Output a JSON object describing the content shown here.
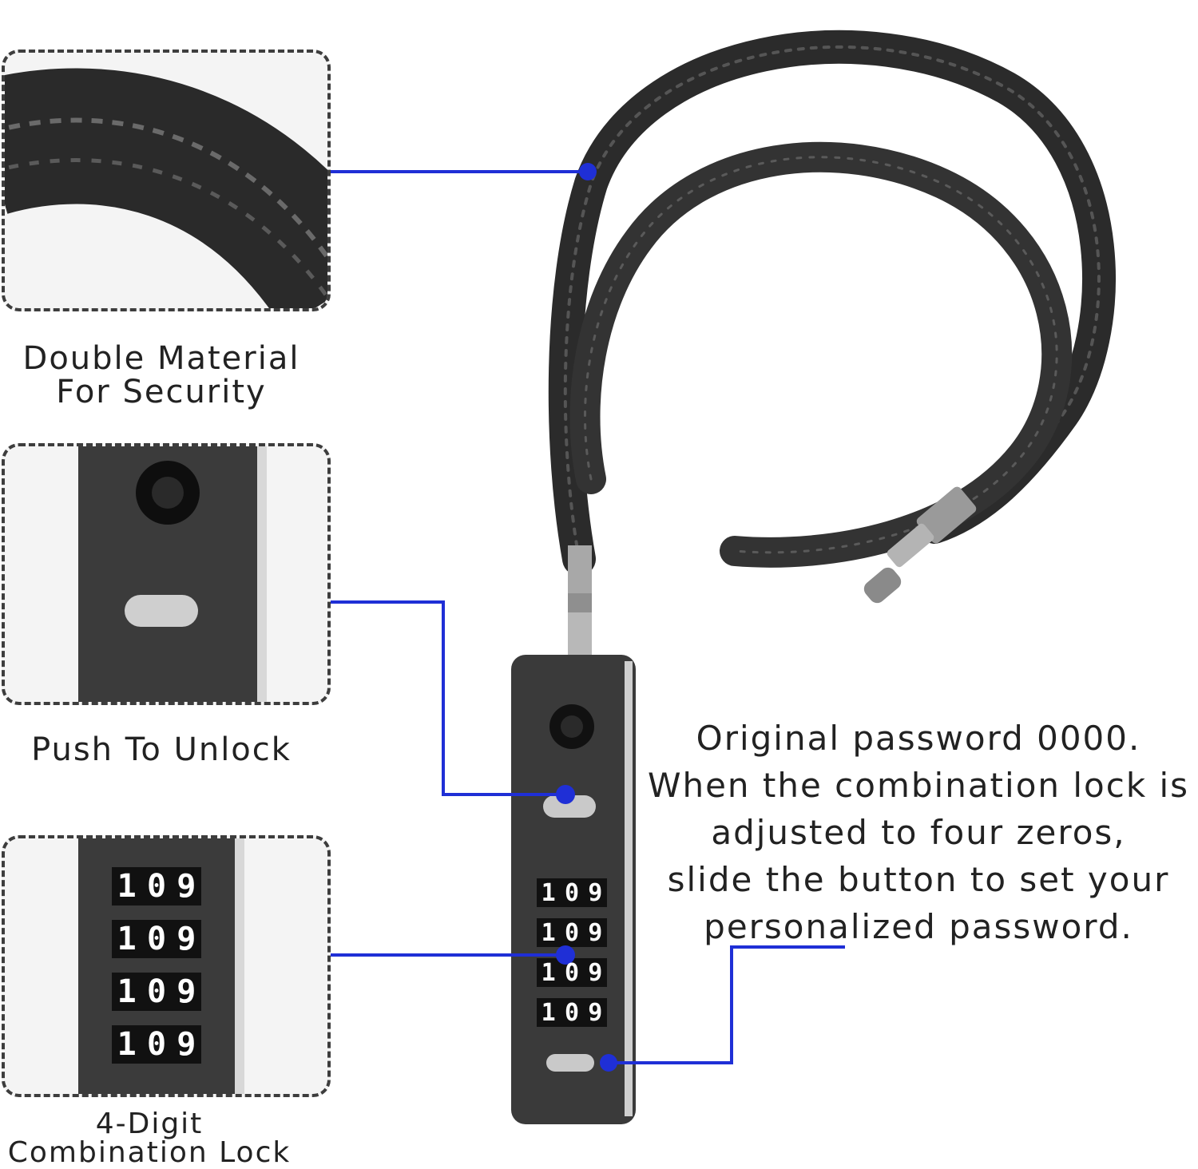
{
  "features": [
    {
      "lines": [
        "Double Material",
        "For Security"
      ]
    },
    {
      "lines": [
        "Push To Unlock"
      ]
    },
    {
      "lines": [
        "4-Digit",
        "Combination Lock"
      ]
    }
  ],
  "dial_digits": [
    "1",
    "0",
    "9"
  ],
  "note": {
    "lines": [
      "Original password 0000.",
      "When the combination lock is",
      "adjusted to four zeros,",
      "slide the button to set your",
      "personalized password."
    ]
  },
  "colors": {
    "callout": "#1f2fd6",
    "lock_body": "#3a3a3a",
    "cable": "#2b2b2b",
    "dashed_border": "#3d3d3d"
  }
}
